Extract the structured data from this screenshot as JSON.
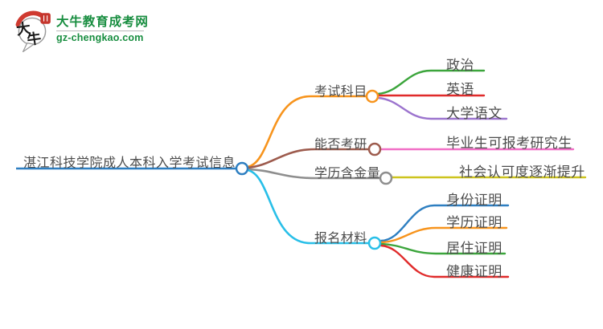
{
  "logo": {
    "icon_char1": "大",
    "icon_char2": "牛",
    "title": "大牛教育成考网",
    "url": "gz-chengkao.com"
  },
  "colors": {
    "brand": "#178d3f",
    "text": "#4c4c4c",
    "seal_red": "#c5352c",
    "root": "#2e7fc1",
    "exam": "#f7941d",
    "kaoyan": "#9d5b4d",
    "hanjin": "#8e8e8e",
    "baoming": "#29bfe8",
    "politics": "#3ca53c",
    "english": "#e02b2b",
    "chinese": "#9c74ce",
    "postgrad": "#f16ec6",
    "social": "#cdc41e",
    "id_doc": "#2e7fc1",
    "edu_doc": "#f7941d",
    "residence_doc": "#3ca53c",
    "health_doc": "#e02b2b"
  },
  "mindmap": {
    "root": {
      "label": "湛江科技学院成人本科入学考试信息"
    },
    "branches": [
      {
        "label": "考试科目",
        "children": [
          {
            "label": "政治"
          },
          {
            "label": "英语"
          },
          {
            "label": "大学语文"
          }
        ]
      },
      {
        "label": "能否考研",
        "children": [
          {
            "label": "毕业生可报考研究生"
          }
        ]
      },
      {
        "label": "学历含金量",
        "children": [
          {
            "label": "社会认可度逐渐提升"
          }
        ]
      },
      {
        "label": "报名材料",
        "children": [
          {
            "label": "身份证明"
          },
          {
            "label": "学历证明"
          },
          {
            "label": "居住证明"
          },
          {
            "label": "健康证明"
          }
        ]
      }
    ]
  }
}
